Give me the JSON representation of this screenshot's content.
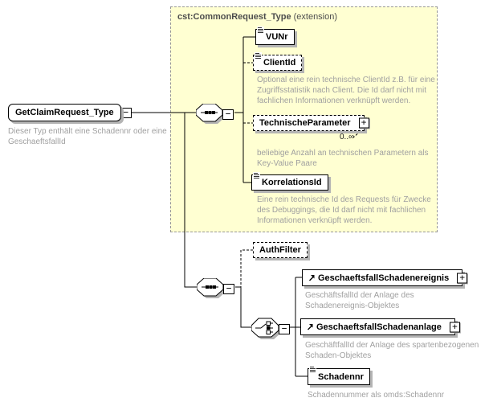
{
  "colors": {
    "extension_background": "#ffffd2",
    "extension_border": "#979797",
    "annotation_text": "#a0a0a0",
    "box_shadow": "#b4b4b4",
    "line": "#000000"
  },
  "ui": {
    "collapse_glyph": "−",
    "expand_glyph": "+"
  },
  "root": {
    "name": "GetClaimRequest_Type",
    "annotation": [
      "Dieser Typ enthält eine Schadennr oder eine",
      "GeschaeftsfallId"
    ]
  },
  "extension": {
    "title": "cst:CommonRequest_Type",
    "suffix": "(extension)"
  },
  "elements": {
    "vunr": {
      "name": "VUNr"
    },
    "clientid": {
      "name": "ClientId",
      "annotation": [
        "Optional eine rein technische ClientId z.B. für eine",
        "Zugriffsstatistik nach Client. Die Id darf nicht mit",
        "fachlichen Informationen verknüpft werden."
      ]
    },
    "technische_parameter": {
      "name": "TechnischeParameter",
      "occurrence": "0..∞",
      "annotation": [
        "beliebige Anzahl an technischen Parametern als",
        "Key-Value Paare"
      ]
    },
    "korrelationsid": {
      "name": "KorrelationsId",
      "annotation": [
        "Eine rein technische Id des Requests für Zwecke",
        "des Debuggings, die Id darf nicht mit fachlichen",
        "Informationen verknüpft werden."
      ]
    },
    "authfilter": {
      "name": "AuthFilter"
    },
    "geschaeftsfall_schadenereignis": {
      "name": "GeschaeftsfallSchadenereignis",
      "annotation": [
        "GeschäftsfallId der Anlage des",
        "Schadenereignis-Objektes"
      ]
    },
    "geschaeftsfall_schadenanlage": {
      "name": "GeschaeftsfallSchadenanlage",
      "annotation": [
        "GeschäftfallId der Anlage des spartenbezogenen",
        "Schaden-Objektes"
      ]
    },
    "schadennr": {
      "name": "Schadennr",
      "annotation": [
        "Schadennummer als omds:Schadennr"
      ]
    }
  }
}
